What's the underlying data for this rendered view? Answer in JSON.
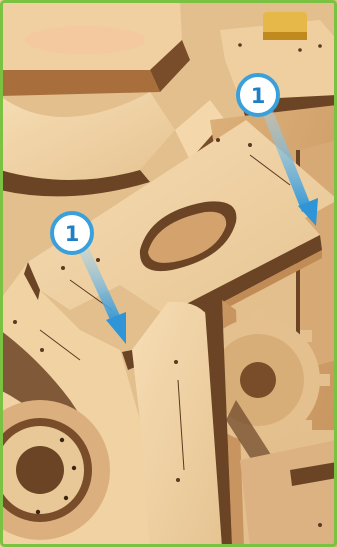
{
  "callouts": [
    {
      "id": "callout-top-right",
      "label": "1"
    },
    {
      "id": "callout-left",
      "label": "1"
    }
  ],
  "colors": {
    "frame_border": "#7cc242",
    "callout_ring": "#3aa0dc",
    "callout_text": "#1f7fc4",
    "arrow": "#2f95d6",
    "plywood_light": "#f2d6a8",
    "plywood_mid": "#dfb884",
    "plywood_edge": "#b07a45",
    "plywood_core": "#6b4426"
  }
}
